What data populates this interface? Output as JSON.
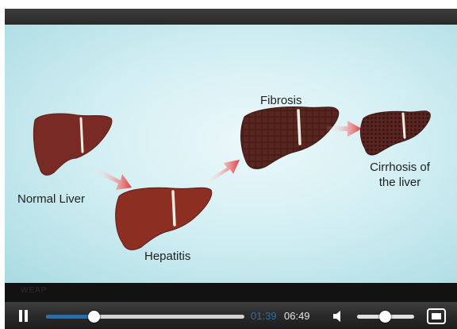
{
  "video": {
    "labels": {
      "normal": "Normal Liver",
      "hepatitis": "Hepatitis",
      "fibrosis": "Fibrosis",
      "cirrhosis": "Cirrhosis of the liver"
    }
  },
  "caption_strip": {
    "text": "WEAP"
  },
  "controls": {
    "state": "playing",
    "current_time": "01:39",
    "duration": "06:49",
    "progress_fraction": 0.24,
    "volume_fraction": 0.48
  },
  "icons": {
    "pause": "pause-icon",
    "volume": "volume-icon",
    "fullscreen": "fullscreen-icon"
  },
  "colors": {
    "liver_healthy": "#7a2a25",
    "liver_hepatitis": "#8c2e22",
    "liver_fibrosis": "#5b2620",
    "liver_cirrhosis": "#5a2422",
    "arrow": "#e33b3b",
    "progress": "#2f6b9c",
    "current_time": "#2d6fa3"
  }
}
